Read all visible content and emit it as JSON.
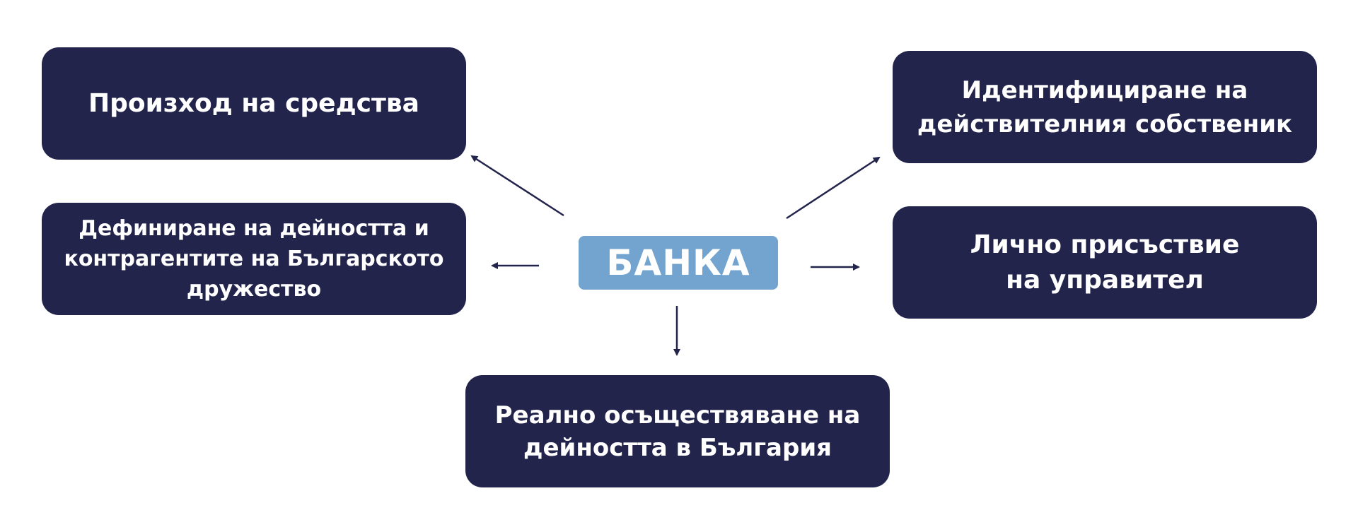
{
  "center": {
    "label": "БАНКА"
  },
  "boxes": {
    "source_of_funds": {
      "lines": [
        "Произход на средства"
      ]
    },
    "activity_definition": {
      "lines": [
        "Дефиниране на дейността и",
        "контрагентите на Българското",
        "дружество"
      ]
    },
    "beneficial_owner": {
      "lines": [
        "Идентифициране на",
        "действителния собственик"
      ]
    },
    "manager_presence": {
      "lines": [
        "Лично присъствие",
        "на управител"
      ]
    },
    "real_activity": {
      "lines": [
        "Реално осъществяване на",
        "дейността в България"
      ]
    }
  },
  "colors": {
    "box_fill": "#23244b",
    "center_fill": "#73a4cf",
    "arrow": "#23244b",
    "text": "#ffffff"
  }
}
